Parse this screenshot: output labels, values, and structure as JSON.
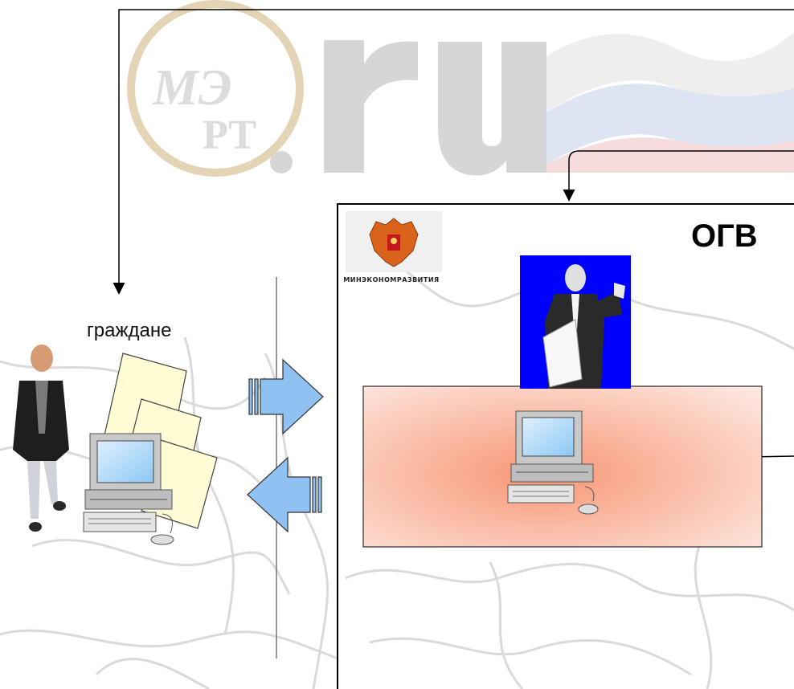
{
  "labels": {
    "citizens": "граждане",
    "org": "ОГВ",
    "emblem_caption": "МИНЭКОНОМРАЗВИТИЯ"
  },
  "watermark": {
    "logo_text": "МЭРТ",
    "domain_text": "ru",
    "colors": {
      "main": "#d8d8d8",
      "flag_red": "#f5dcdc",
      "flag_blue": "#dde4f2"
    }
  },
  "colors": {
    "arrow_fill": "#8fc1f2",
    "panel_fill_center": "#f7a07e",
    "panel_fill_edge": "#fde6dd",
    "photo_bg": "#0000ff",
    "document_fill": "#fffcd6"
  },
  "icons": [
    "person-icon",
    "documents-icon",
    "computer-icon",
    "official-icon",
    "emblem-icon",
    "arrow-right-icon",
    "arrow-left-icon"
  ]
}
